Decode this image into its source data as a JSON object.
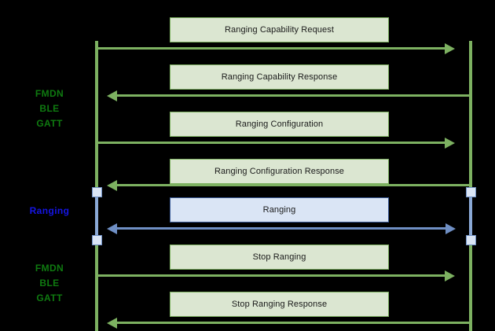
{
  "diagram": {
    "title": "Ranging protocol sequence diagram",
    "background_color": "#000000",
    "colors": {
      "green_line": "#7db161",
      "green_fill": "#dbe6d1",
      "green_label_text": "#0f7a10",
      "blue_line": "#6f8fc4",
      "blue_fill": "#dae5f5",
      "blue_border": "#3a5a96",
      "blue_label_text": "#1515e6",
      "message_text": "#1a1a1a"
    },
    "lifelines": [
      {
        "name": "left-lifeline",
        "color": "#7db161"
      },
      {
        "name": "right-lifeline",
        "color": "#7db161"
      }
    ],
    "phase_labels": [
      {
        "id": "phase-fmdn-top",
        "lines": [
          "FMDN",
          "BLE",
          "GATT"
        ],
        "color": "#0f7a10"
      },
      {
        "id": "phase-ranging",
        "lines": [
          "Ranging"
        ],
        "color": "#1515e6"
      },
      {
        "id": "phase-fmdn-bottom",
        "lines": [
          "FMDN",
          "BLE",
          "GATT"
        ],
        "color": "#0f7a10"
      }
    ],
    "messages": [
      {
        "id": "msg-1",
        "label": "Ranging Capability Request",
        "direction": "right",
        "style": "green"
      },
      {
        "id": "msg-2",
        "label": "Ranging Capability Response",
        "direction": "left",
        "style": "green"
      },
      {
        "id": "msg-3",
        "label": "Ranging Configuration",
        "direction": "right",
        "style": "green"
      },
      {
        "id": "msg-4",
        "label": "Ranging Configuration Response",
        "direction": "left",
        "style": "green"
      },
      {
        "id": "msg-5",
        "label": "Ranging",
        "direction": "both",
        "style": "blue"
      },
      {
        "id": "msg-6",
        "label": "Stop Ranging",
        "direction": "right",
        "style": "green"
      },
      {
        "id": "msg-7",
        "label": "Stop Ranging Response",
        "direction": "left",
        "style": "green"
      }
    ]
  }
}
